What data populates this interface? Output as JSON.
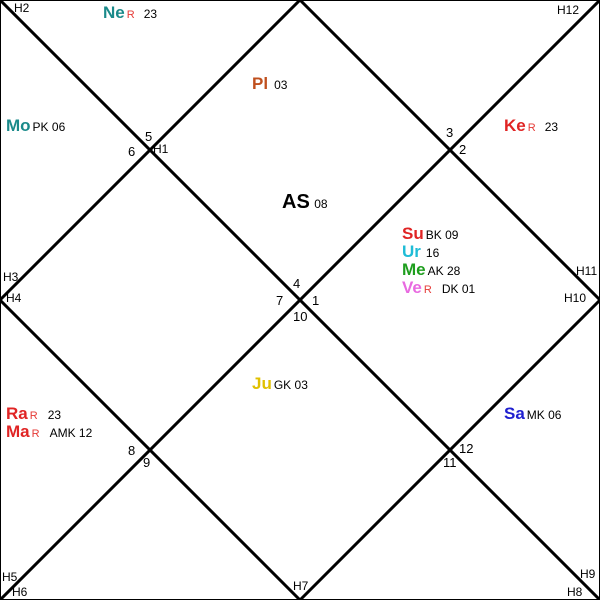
{
  "ascendant": {
    "label": "AS",
    "degree": "08"
  },
  "house_labels": [
    "H1",
    "H2",
    "H3",
    "H4",
    "H5",
    "H6",
    "H7",
    "H8",
    "H9",
    "H10",
    "H11",
    "H12"
  ],
  "sign_numbers": [
    "1",
    "2",
    "3",
    "4",
    "5",
    "6",
    "7",
    "8",
    "9",
    "10",
    "11",
    "12"
  ],
  "planets": {
    "ne": {
      "abbr": "Ne",
      "retro": "R",
      "info": "23",
      "color": "#1a8a8a"
    },
    "pl": {
      "abbr": "Pl",
      "retro": "",
      "info": "03",
      "color": "#c0501e"
    },
    "mo": {
      "abbr": "Mo",
      "retro": "",
      "info": "PK 06",
      "color": "#1a8a8a"
    },
    "ke": {
      "abbr": "Ke",
      "retro": "R",
      "info": "23",
      "color": "#e02424"
    },
    "su": {
      "abbr": "Su",
      "retro": "",
      "info": "BK 09",
      "color": "#e02424"
    },
    "ur": {
      "abbr": "Ur",
      "retro": "",
      "info": "16",
      "color": "#1fbcd6"
    },
    "me": {
      "abbr": "Me",
      "retro": "",
      "info": "AK 28",
      "color": "#1e9e1e"
    },
    "ve": {
      "abbr": "Ve",
      "retro": "R",
      "info": "DK 01",
      "color": "#e86ae0"
    },
    "ju": {
      "abbr": "Ju",
      "retro": "",
      "info": "GK 03",
      "color": "#e0c000"
    },
    "ra": {
      "abbr": "Ra",
      "retro": "R",
      "info": "23",
      "color": "#e02424"
    },
    "ma": {
      "abbr": "Ma",
      "retro": "R",
      "info": "AMK 12",
      "color": "#e02424"
    },
    "sa": {
      "abbr": "Sa",
      "retro": "",
      "info": "MK 06",
      "color": "#2020d0"
    }
  }
}
